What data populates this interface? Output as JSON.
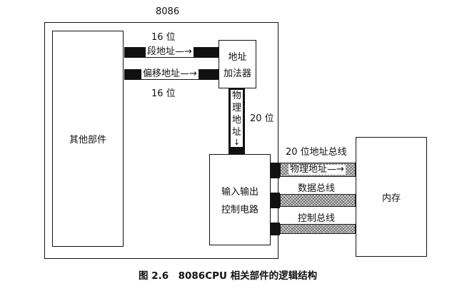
{
  "cpu_title": "8086",
  "other_units": "其他部件",
  "segment_address": "段地址",
  "offset_address": "偏移地址",
  "bits_16_top": "16 位",
  "bits_16_bottom": "16 位",
  "adder_line1": "地址",
  "adder_line2": "加法器",
  "physical_address_vertical": [
    "物",
    "理",
    "地",
    "址"
  ],
  "bits_20": "20 位",
  "io_line1": "输入输出",
  "io_line2": "控制电路",
  "address_bus_label": "20 位地址总线",
  "physical_address_bus": "物理地址",
  "data_bus": "数据总线",
  "control_bus": "控制总线",
  "memory": "内存",
  "caption": "图 2.6　8086CPU 相关部件的逻辑结构"
}
